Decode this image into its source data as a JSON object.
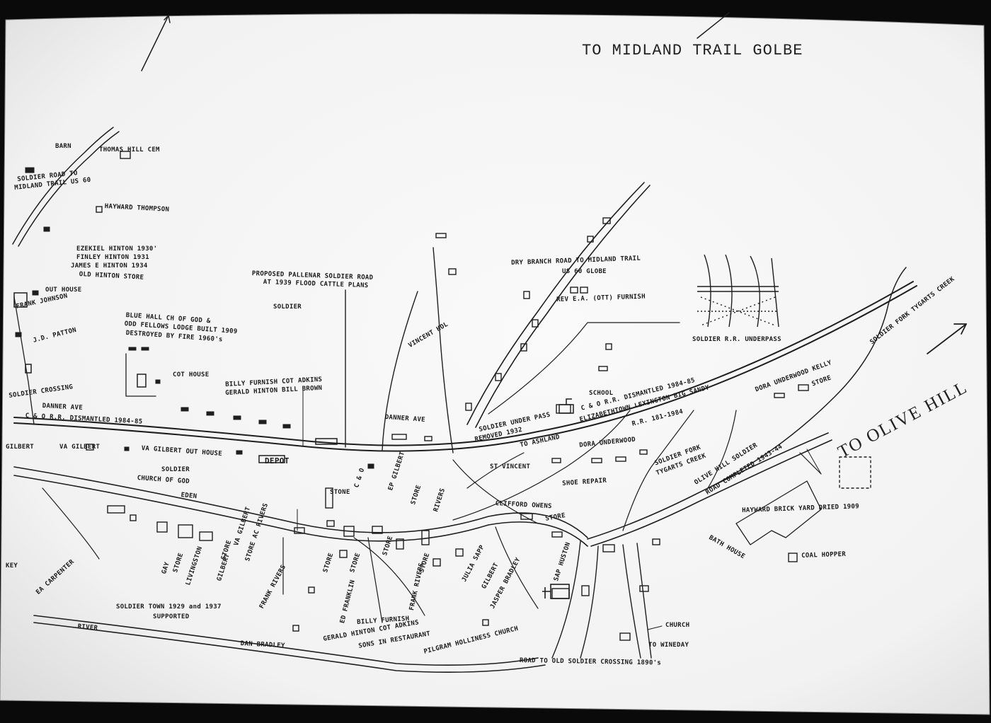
{
  "map": {
    "title": "TO MIDLAND TRAIL GOLBE",
    "direction_east": "TO OLIVE HILL",
    "labels": {
      "thomas_hill_cem": "THOMAS HILL CEM",
      "barn": "BARN",
      "soldier_road": "SOLDIER ROAD TO",
      "midland_trail_us60": "MIDLAND TRAIL US 60",
      "hayward_thompson": "HAYWARD THOMPSON",
      "ezekiel_hinton": "EZEKIEL HINTON 1930'",
      "finley_hinton": "FINLEY HINTON 1931",
      "james_hinton": "JAMES E HINTON 1934",
      "old_hinton_store": "OLD HINTON STORE",
      "out_house_w": "OUT HOUSE",
      "frank_johnson": "FRANK JOHNSON",
      "jd_patton": "J.D. PATTON",
      "proposed_road_1": "PROPOSED PALLENAR SOLDIER ROAD",
      "proposed_road_2": "AT 1939 FLOOD CATTLE PLANS",
      "soldier": "SOLDIER",
      "blue_hall_1": "BLUE HALL CH OF GOD &",
      "blue_hall_2": "ODD FELLOWS LODGE BUILT 1909",
      "blue_hall_3": "DESTROYED BY FIRE 1960's",
      "cot_house": "COT HOUSE",
      "soldier_crossing": "SOLDIER CROSSING",
      "danner_ave": "DANNER AVE",
      "co_dismantled_w": "C & O R.R. DISMANTLED 1984-85",
      "va_gilbert": "VA GILBERT",
      "va_gilbert_outhouse": "VA GILBERT OUT HOUSE",
      "gilbert_w": "GILBERT",
      "soldier_church": "SOLDIER",
      "church_of_god": "CHURCH OF GOD",
      "eden": "EDEN",
      "depot": "DEPOT",
      "billy_furnish_1": "BILLY FURNISH COT ADKINS",
      "gerald_hinton_1": "GERALD HINTON BILL BROWN",
      "vincent_hol": "VINCENT HOL",
      "dry_branch_1": "DRY BRANCH ROAD TO MIDLAND TRAIL",
      "dry_branch_2": "US 60 GLOBE",
      "rev_furnish": "REV E.A. (OTT) FURNISH",
      "soldier_underpass": "SOLDIER R.R. UNDERPASS",
      "school": "SCHOOL",
      "co_dismantled_e": "C & O R.R. DISMANTLED 1984-85",
      "elizabethtown": "ELIZABETHTOWN LEXINGTON BIG SANDY",
      "rr_dates": "R.R. 181-1984",
      "underpass_removed_1": "SOLDIER UNDER PASS",
      "underpass_removed_2": "REMOVED 1932",
      "to_ashland": "TO ASHLAND",
      "dora_underwood": "DORA UNDERWOOD",
      "dora_underwood_kelly": "DORA UNDERWOOD KELLY",
      "store_e": "STORE",
      "soldier_fork_1": "SOLDIER FORK TYGARTS CREEK",
      "soldier_fork_2": "SOLDIER FORK",
      "soldier_fork_3": "TYGARTS CREEK",
      "olive_hill_road_1": "OLIVE HILL SOLDIER",
      "olive_hill_road_2": "ROAD COMPLETED 1943-44",
      "st_vincent": "ST VINCENT",
      "shoe_repair": "SHOE REPAIR",
      "clifford_owens": "CLIFFORD OWENS",
      "store_mid": "STORE",
      "hayward_brick": "HAYWARD BRICK YARD DRIED 1909",
      "bath_house": "BATH HOUSE",
      "coal_hopper": "COAL HOPPER",
      "ea_carpenter": "EA CARPENTER",
      "gay_w": "GAY",
      "store_a": "STORE",
      "livingston": "LIVINGSTON",
      "gilbert_b": "GILBERT",
      "store_b": "STORE",
      "va_gilbert_vert": "VA GILBERT",
      "store_rivers": "STORE AC RIVERS",
      "frank_rivers_a": "FRANK RIVERS",
      "store_c": "STORE",
      "store_d": "STORE",
      "ed_franklin": "ED FRANKLIN",
      "store_e2": "STORE",
      "frank_rivers_b": "FRANK RIVERS",
      "store_f": "STORE",
      "julia_sapp": "JULIA SAPP",
      "gilbert_c": "GILBERT",
      "jasper_bradley": "JASPER BRADLEY",
      "sap_huston": "SAP HUSTON",
      "soldier_town_1": "SOLDIER TOWN 1929 and 1937",
      "soldier_town_2": "SUPPORTED",
      "billy_furnish_2": "BILLY FURNISH",
      "gerald_hinton_2": "GERALD HINTON COT ADKINS",
      "restaurant": "SONS IN RESTAURANT",
      "dan_bradley": "DAN BRADLEY",
      "pilgrim_church": "PILGRAM HOLLINESS CHURCH",
      "church_e": "CHURCH",
      "to_wineday": "TO WINEDAY",
      "road_old_crossing": "ROAD TO OLD SOLDIER CROSSING 1890's",
      "river": "RIVER",
      "key": "KEY",
      "c_and_o": "C & O",
      "stone": "STONE",
      "gilbert_stone": "EP GILBERT",
      "rivers": "RIVERS",
      "store_g": "STORE"
    }
  }
}
